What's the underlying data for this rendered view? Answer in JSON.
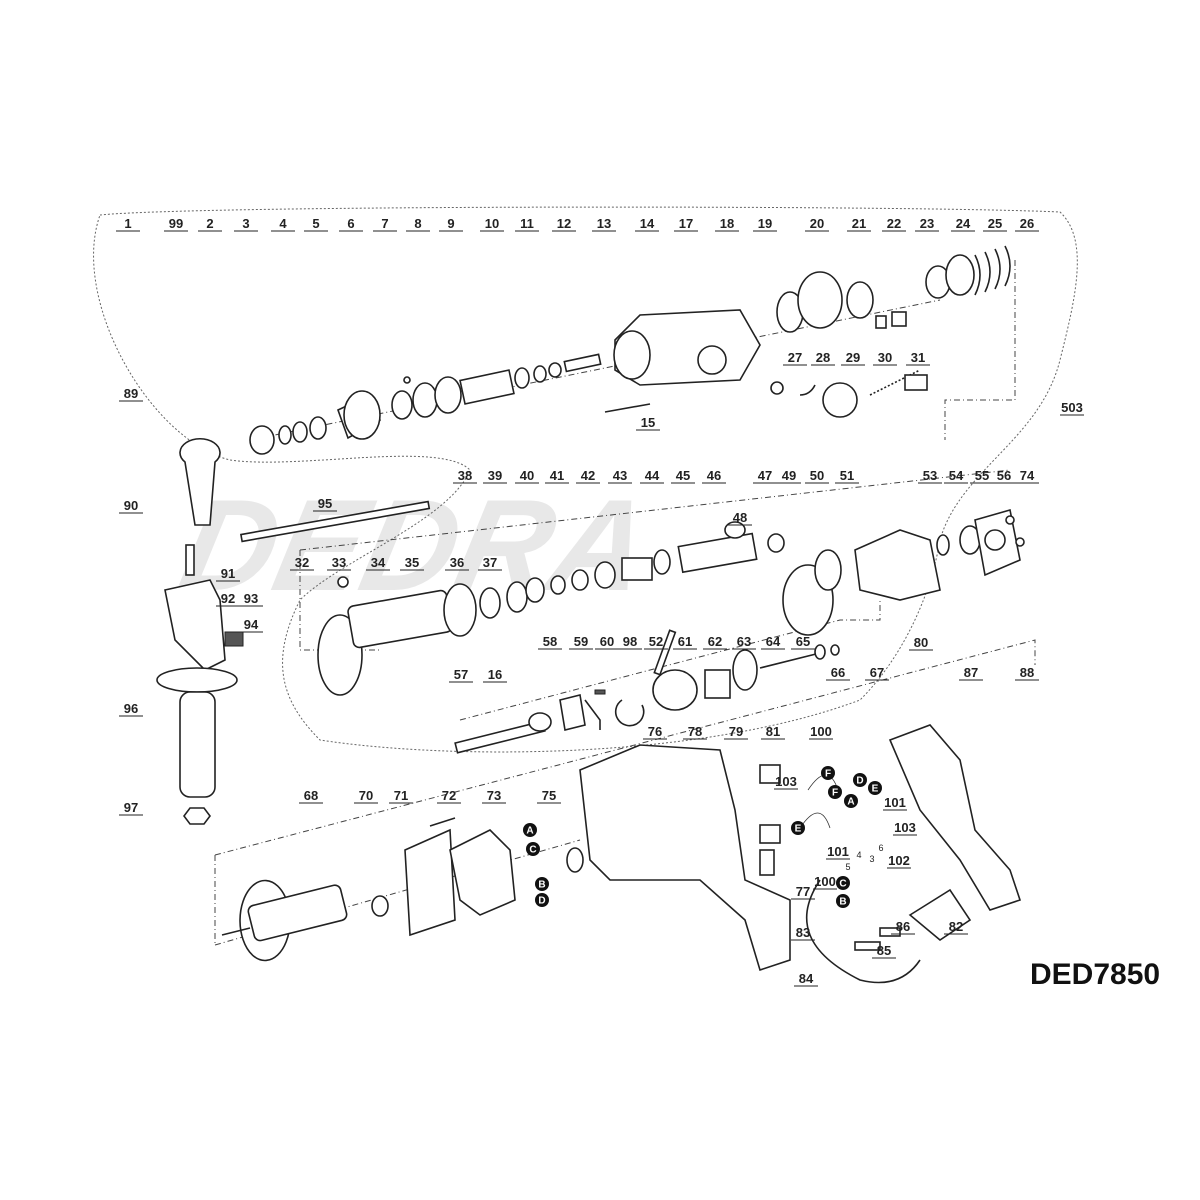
{
  "diagram": {
    "model": "DED7850",
    "watermark": "DEDRA",
    "part_labels": [
      "1",
      "99",
      "2",
      "3",
      "4",
      "5",
      "6",
      "7",
      "8",
      "9",
      "10",
      "11",
      "12",
      "13",
      "14",
      "17",
      "18",
      "19",
      "20",
      "21",
      "22",
      "23",
      "24",
      "25",
      "26",
      "27",
      "28",
      "29",
      "30",
      "31",
      "15",
      "89",
      "503",
      "38",
      "39",
      "40",
      "41",
      "42",
      "43",
      "44",
      "45",
      "46",
      "47",
      "49",
      "50",
      "51",
      "53",
      "54",
      "55",
      "56",
      "74",
      "95",
      "90",
      "48",
      "32",
      "33",
      "34",
      "35",
      "36",
      "37",
      "91",
      "92",
      "93",
      "94",
      "58",
      "59",
      "60",
      "98",
      "52",
      "61",
      "62",
      "63",
      "64",
      "65",
      "16",
      "57",
      "66",
      "67",
      "80",
      "87",
      "88",
      "96",
      "76",
      "78",
      "79",
      "81",
      "100",
      "97",
      "103",
      "101",
      "101",
      "103",
      "100",
      "68",
      "70",
      "71",
      "72",
      "73",
      "75",
      "102",
      "77",
      "83",
      "86",
      "85",
      "82",
      "84"
    ],
    "connector_letters": [
      "A",
      "C",
      "B",
      "D",
      "F",
      "E",
      "F",
      "A",
      "D",
      "E",
      "C",
      "B"
    ],
    "terminal_numbers": [
      "5",
      "4",
      "3",
      "6"
    ]
  }
}
